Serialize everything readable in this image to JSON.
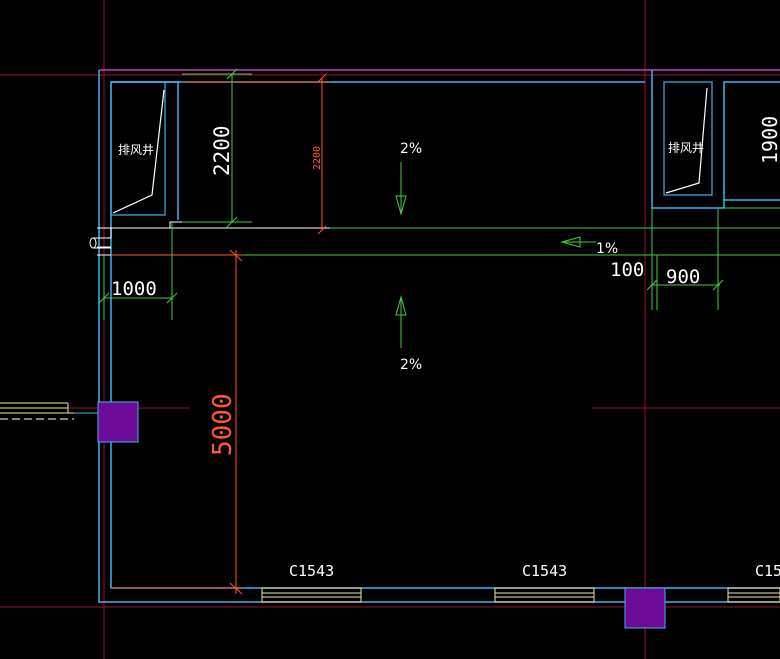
{
  "colors": {
    "background": "#000000",
    "grid_red": "#a01030",
    "wall_cyan": "#3cb4f0",
    "roof_magenta": "#c040c0",
    "green": "#40d040",
    "orange": "#ff5a28",
    "white": "#ffffff",
    "yellow": "#f0e6a0",
    "column_purple": "#6e0a9a"
  },
  "shafts": {
    "left_label": "排风井",
    "right_label": "排风井"
  },
  "dimensions": {
    "d2200_large": "2200",
    "d2200_small": "2200",
    "d1900": "1900",
    "d1000": "1000",
    "d100": "100",
    "d900": "900",
    "d5000": "5000"
  },
  "slopes": {
    "top_arrow": "2%",
    "bottom_arrow": "2%",
    "gutter": "1%"
  },
  "windows": {
    "w1": "C1543",
    "w2": "C1543",
    "w3": "C15"
  }
}
